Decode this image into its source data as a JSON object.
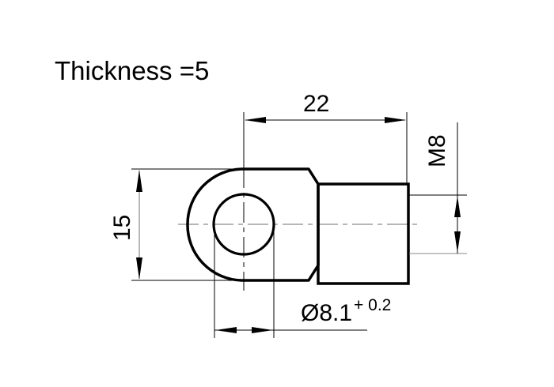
{
  "drawing": {
    "thickness_label": "Thickness",
    "thickness_eq": "=",
    "thickness_value": "5",
    "dimensions": {
      "length": "22",
      "thread": "M8",
      "width": "15",
      "hole_diameter": "Ø8.1",
      "hole_tolerance": "+ 0.2"
    },
    "colors": {
      "outline": "#000000",
      "centerline": "#8a8a8a",
      "dimension": "#000000"
    }
  }
}
